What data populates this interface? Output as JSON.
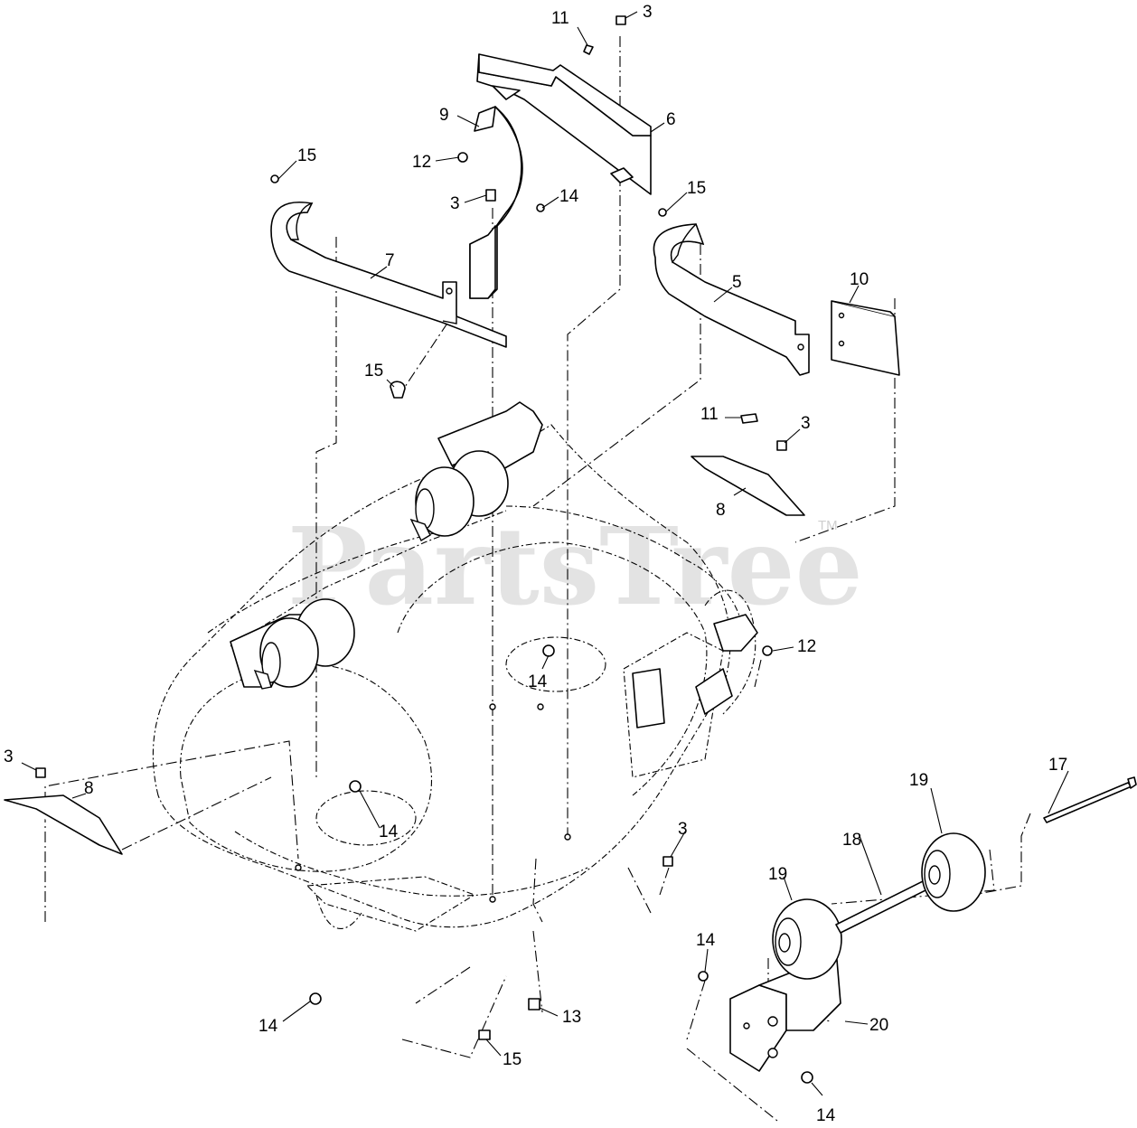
{
  "watermark": {
    "brand": "PartsTree",
    "mark": "TM"
  },
  "callouts": [
    {
      "id": "c-3-top",
      "label": "3"
    },
    {
      "id": "c-11-top",
      "label": "11"
    },
    {
      "id": "c-6",
      "label": "6"
    },
    {
      "id": "c-9",
      "label": "9"
    },
    {
      "id": "c-12-top",
      "label": "12"
    },
    {
      "id": "c-15-left",
      "label": "15"
    },
    {
      "id": "c-3-mid",
      "label": "3"
    },
    {
      "id": "c-14-top",
      "label": "14"
    },
    {
      "id": "c-15-right",
      "label": "15"
    },
    {
      "id": "c-7",
      "label": "7"
    },
    {
      "id": "c-5",
      "label": "5"
    },
    {
      "id": "c-10",
      "label": "10"
    },
    {
      "id": "c-15-mid",
      "label": "15"
    },
    {
      "id": "c-11-mid",
      "label": "11"
    },
    {
      "id": "c-3-right",
      "label": "3"
    },
    {
      "id": "c-8-right",
      "label": "8"
    },
    {
      "id": "c-12-right",
      "label": "12"
    },
    {
      "id": "c-14-center",
      "label": "14"
    },
    {
      "id": "c-3-left",
      "label": "3"
    },
    {
      "id": "c-8-left",
      "label": "8"
    },
    {
      "id": "c-14-deck",
      "label": "14"
    },
    {
      "id": "c-3-lower",
      "label": "3"
    },
    {
      "id": "c-17",
      "label": "17"
    },
    {
      "id": "c-19-right",
      "label": "19"
    },
    {
      "id": "c-18",
      "label": "18"
    },
    {
      "id": "c-19-left",
      "label": "19"
    },
    {
      "id": "c-14-bracket",
      "label": "14"
    },
    {
      "id": "c-14-bottom-left",
      "label": "14"
    },
    {
      "id": "c-13",
      "label": "13"
    },
    {
      "id": "c-20",
      "label": "20"
    },
    {
      "id": "c-15-bottom",
      "label": "15"
    },
    {
      "id": "c-14-bottom-right",
      "label": "14"
    }
  ]
}
